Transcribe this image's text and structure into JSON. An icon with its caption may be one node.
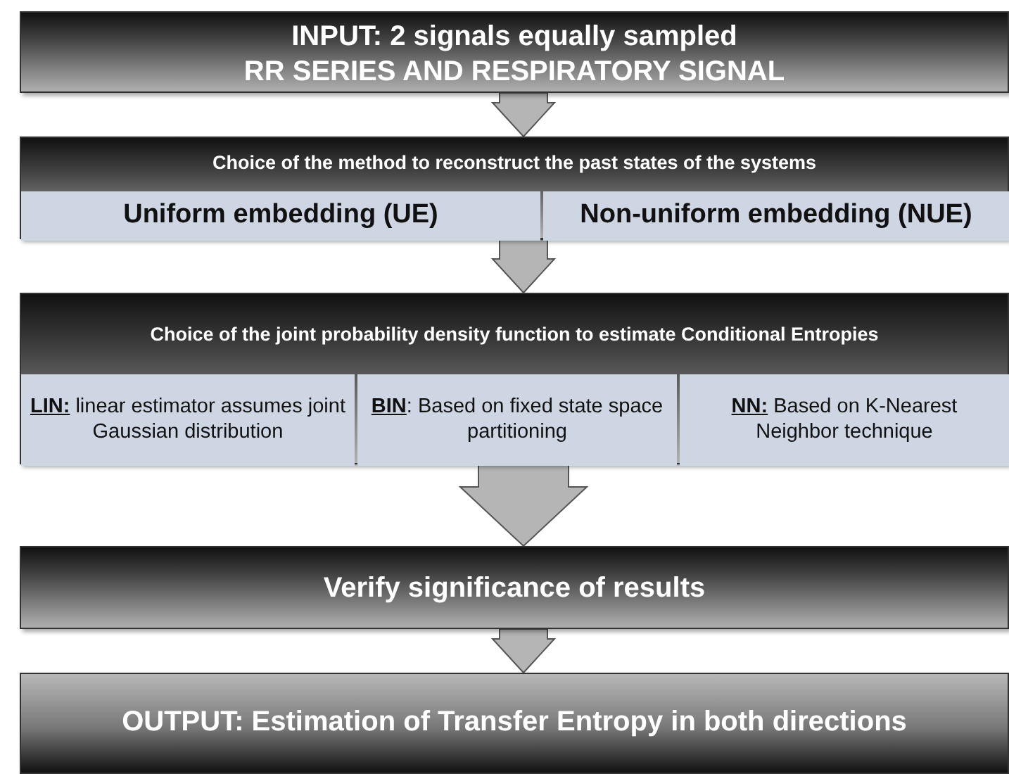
{
  "diagram": {
    "nodes": [
      {
        "text": [
          "INPUT: 2 signals equally sampled",
          "RR SERIES AND RESPIRATORY SIGNAL"
        ]
      },
      {
        "text": [
          "Choice of the method to reconstruct the past states of the systems"
        ]
      },
      {
        "text": [
          "Uniform embedding (UE)"
        ],
        "in": 1
      },
      {
        "text": [
          "Non-uniform embedding (NUE)"
        ],
        "in": 1
      },
      {
        "text": [
          "Choice of the joint probability density function to estimate Conditional Entropies"
        ]
      },
      {
        "text": [
          "**LIN:** linear estimator assumes joint Gaussian distribution"
        ],
        "in": 4
      },
      {
        "text": [
          "**BIN**: Based on fixed state space partitioning"
        ],
        "in": 4
      },
      {
        "text": [
          "**NN:** Based on K-Nearest Neighbor technique"
        ],
        "in": 4
      },
      {
        "text": [
          "Verify significance of results"
        ]
      },
      {
        "text": [
          "OUTPUT: Estimation of Transfer Entropy in both directions"
        ]
      }
    ],
    "edges": [
      {
        "from": 0,
        "to": 1,
        "arrow": "to"
      },
      {
        "from": 1,
        "to": 4,
        "arrow": "to"
      },
      {
        "from": 4,
        "to": 8,
        "arrow": "to"
      },
      {
        "from": 8,
        "to": 9,
        "arrow": "to"
      }
    ]
  }
}
